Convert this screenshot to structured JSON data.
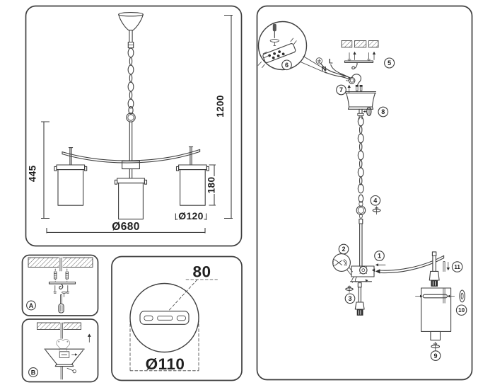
{
  "main_drawing": {
    "dim_body_height": "445",
    "dim_total_drop": "1200",
    "dim_shade_height": "180",
    "dim_shade_diameter": "Ø120",
    "dim_overall_diameter": "Ø680"
  },
  "ceiling_plate_detail": {
    "dim_slot_length": "80",
    "dim_plate_diameter": "Ø110"
  },
  "mounting_steps": {
    "step_a": "A",
    "step_b": "B"
  },
  "wiring": {
    "live_label": "L",
    "neutral_label": "N"
  },
  "assembly": {
    "steps": [
      "1",
      "2",
      "3",
      "4",
      "5",
      "6",
      "7",
      "8",
      "9",
      "10",
      "11"
    ]
  },
  "colors": {
    "line": "#3f3f3f",
    "text": "#1f1f1f",
    "background": "#ffffff",
    "ghost": "#9a9a9a"
  }
}
